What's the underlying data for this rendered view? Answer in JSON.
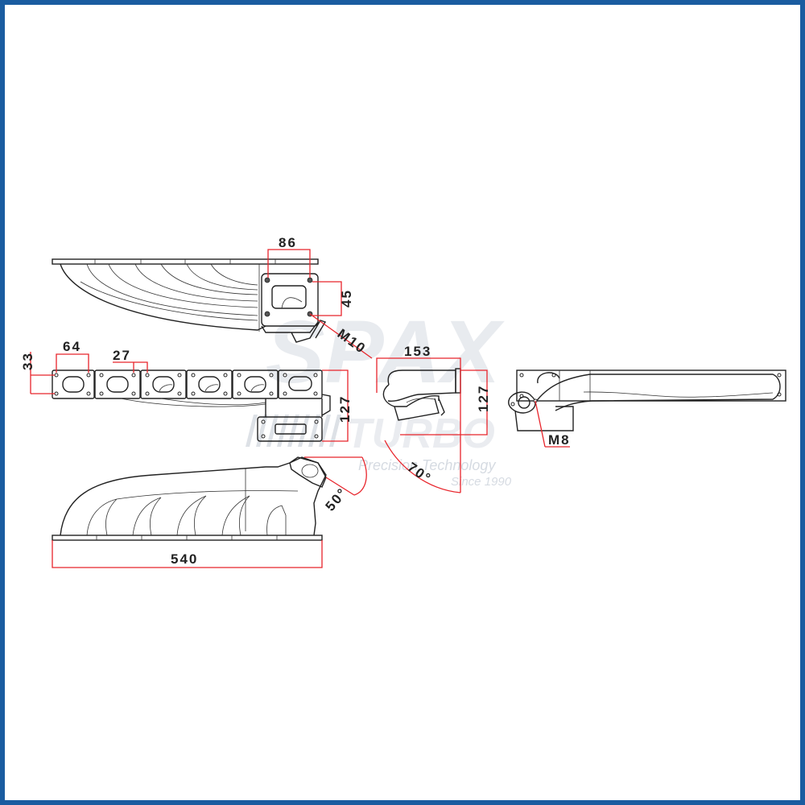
{
  "watermark": {
    "brand": "SPAX",
    "sub": "TURBO",
    "tagline": "Precision Technology",
    "since": "Since 1990"
  },
  "colors": {
    "border": "#1a5ca0",
    "dimension": "#e8242b",
    "line": "#222222",
    "watermark": "#d6dbe2"
  },
  "views": {
    "top": {
      "dim_flange_width": "86",
      "dim_flange_height": "45",
      "bolt_thread": "M10"
    },
    "front": {
      "dim_port_height": "33",
      "dim_port_width": "64",
      "dim_port_spacing": "27",
      "dim_height": "127"
    },
    "side": {
      "dim_length": "153",
      "dim_height": "127",
      "angle": "70°"
    },
    "end": {
      "bolt_thread": "M8"
    },
    "bottom": {
      "dim_total_length": "540",
      "angle": "50°"
    }
  }
}
